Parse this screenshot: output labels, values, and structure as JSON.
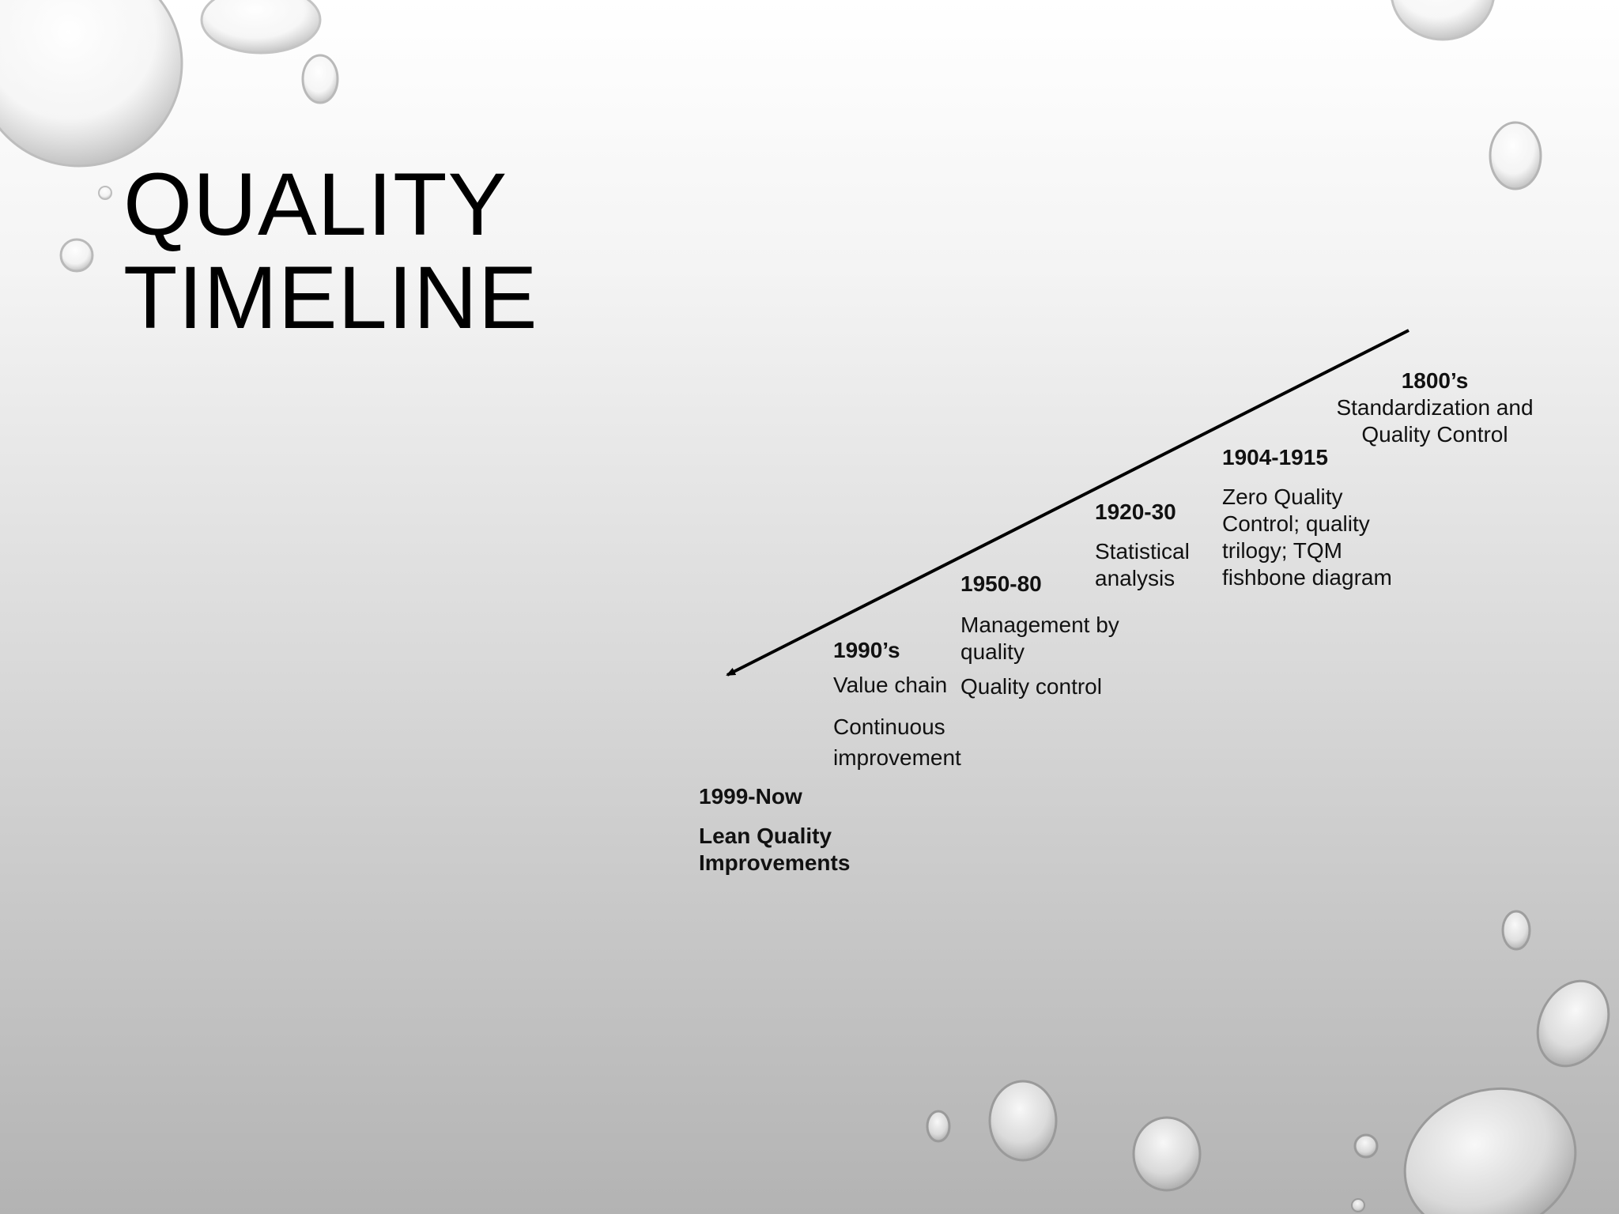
{
  "slide": {
    "title_line1": "QUALITY",
    "title_line2": "TIMELINE"
  },
  "timeline": {
    "arrow_direction": "toward-left (from 1800's to 1999-Now)",
    "entries": [
      {
        "period": "1800’s",
        "description": "Standardization and\nQuality Control"
      },
      {
        "period": "1904-1915",
        "description": "Zero Quality\nControl; quality\ntrilogy; TQM\nfishbone diagram"
      },
      {
        "period": "1920-30",
        "description": "Statistical\nanalysis"
      },
      {
        "period": "1950-80",
        "description": "Management by\nquality",
        "description2": "Quality control"
      },
      {
        "period": "1990’s",
        "description": "Value chain",
        "description2": "Continuous\nimprovement"
      },
      {
        "period": "1999-Now",
        "description": "Lean Quality\nImprovements"
      }
    ]
  },
  "colors": {
    "line": "#000000",
    "text": "#111111"
  }
}
